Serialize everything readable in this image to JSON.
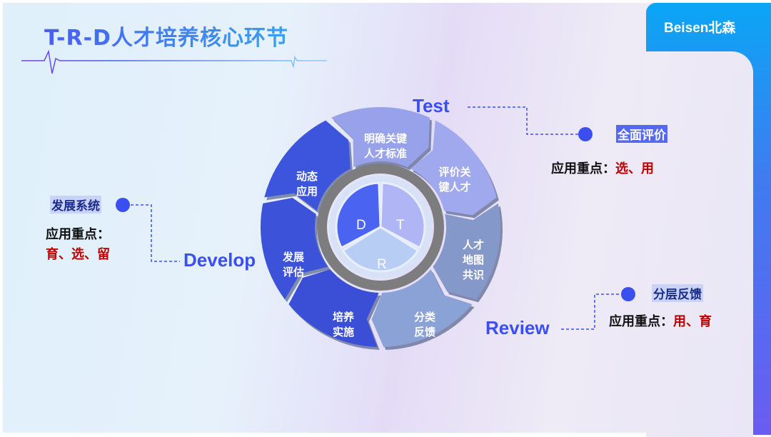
{
  "title": "T-R-D人才培养核心环节",
  "logo": "Beisen北森",
  "cycle": {
    "segments": [
      {
        "label_1": "明确关键",
        "label_2": "人才标准",
        "color": "#97a2ea"
      },
      {
        "label_1": "评价关",
        "label_2": "键人才",
        "color": "#a0a8ee"
      },
      {
        "label_1": "人才",
        "label_2": "地图",
        "label_3": "共识",
        "color": "#8499c9"
      },
      {
        "label_1": "分类",
        "label_2": "反馈",
        "color": "#8aa2d6"
      },
      {
        "label_1": "培养",
        "label_2": "实施",
        "color": "#3a4fd6"
      },
      {
        "label_1": "发展",
        "label_2": "评估",
        "color": "#3c52d8"
      },
      {
        "label_1": "动态",
        "label_2": "应用",
        "color": "#3d55dd"
      }
    ],
    "core": {
      "d": "D",
      "t": "T",
      "r": "R"
    }
  },
  "test": {
    "word": "Test",
    "heading": "全面评价",
    "focus_label": "应用重点：",
    "focus_value": "选、用"
  },
  "review": {
    "word": "Review",
    "heading": "分层反馈",
    "focus_label": "应用重点：",
    "focus_value": "用、育"
  },
  "develop": {
    "word": "Develop",
    "heading": "发展系统",
    "focus_label": "应用重点：",
    "focus_value": "育、选、留"
  }
}
